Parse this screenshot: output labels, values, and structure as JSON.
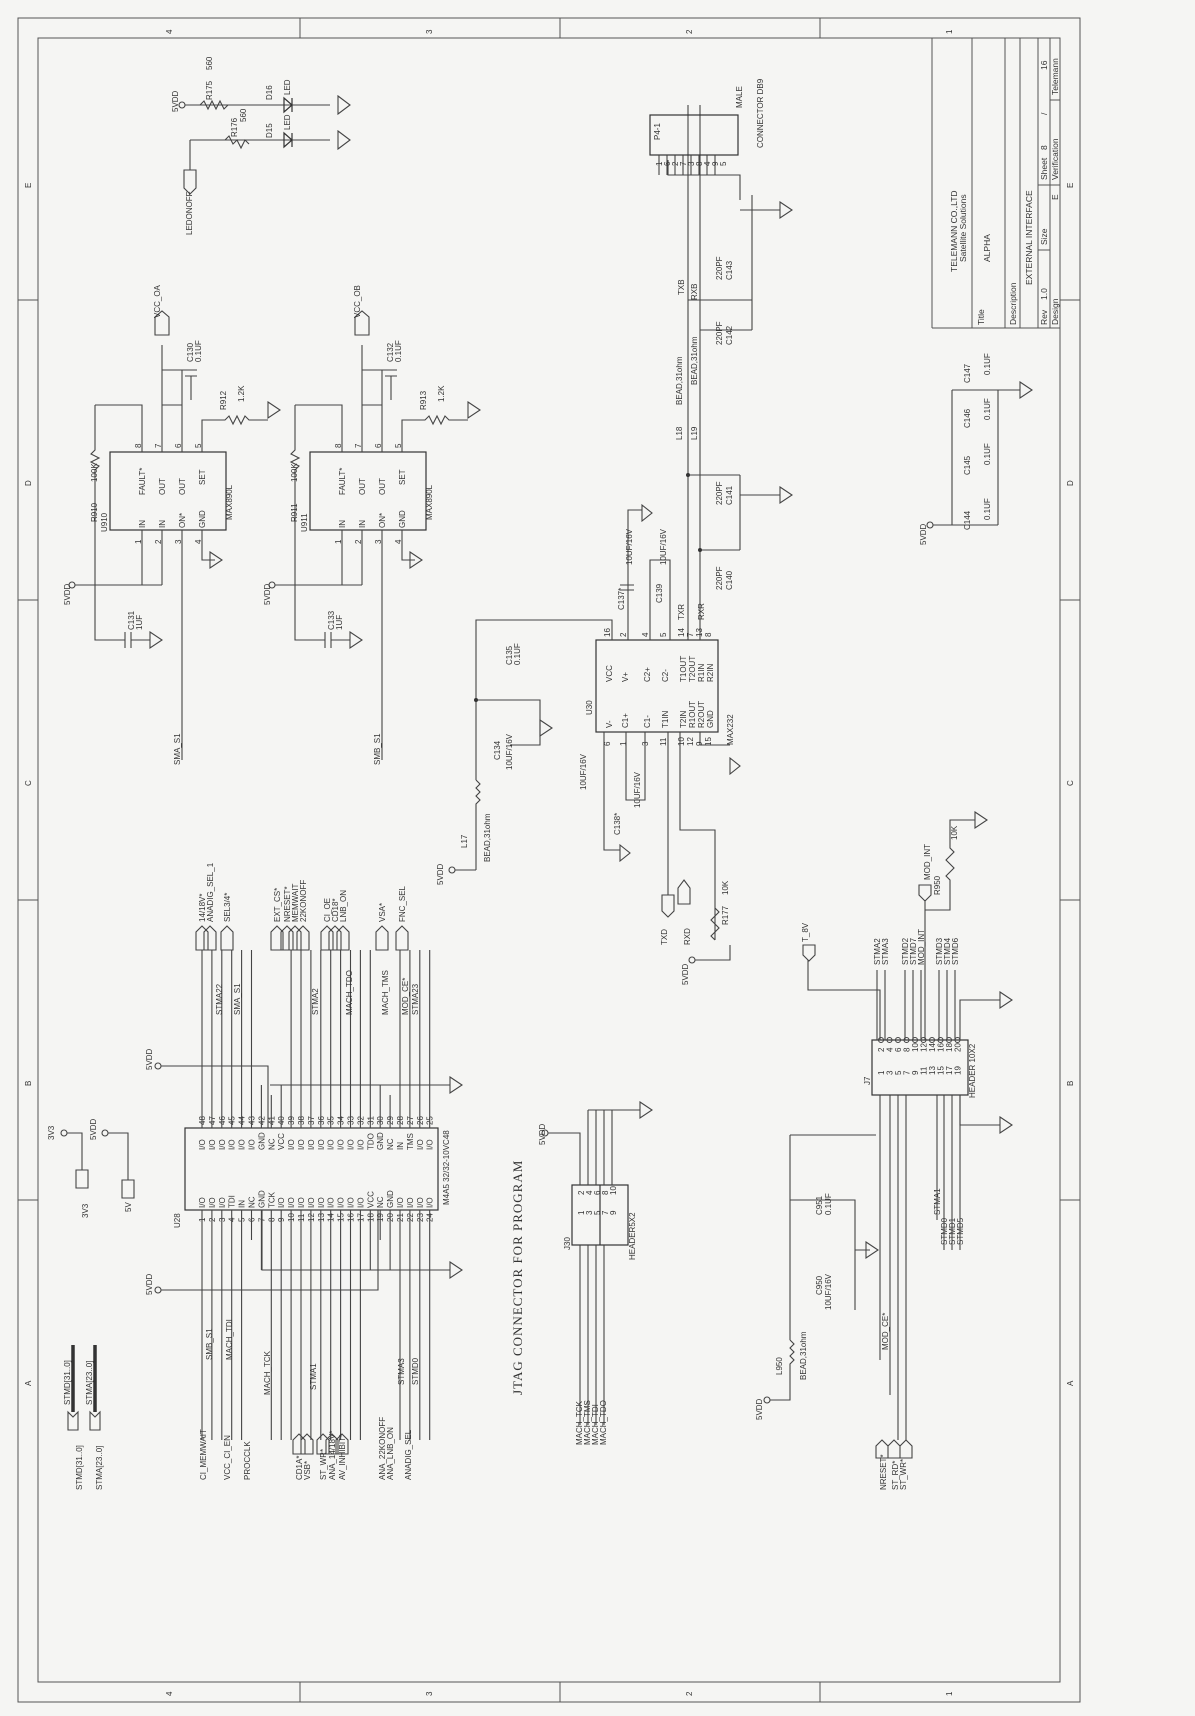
{
  "frame": {
    "cols": [
      "4",
      "3",
      "2",
      "1"
    ],
    "rows": [
      "E",
      "D",
      "C",
      "B",
      "A"
    ]
  },
  "title_block": {
    "company": "TELEMANN CO.,LTD",
    "subtitle": "Satellite Solutions",
    "title_label": "Title",
    "title": "ALPHA",
    "description_label": "Description",
    "description": "EXTERNAL INTERFACE",
    "rev_label": "Rev",
    "rev": "1.0",
    "size_label": "Size",
    "sheet_label": "Sheet",
    "sheet": "8",
    "sheet_sep": "/",
    "sheets": "16",
    "design_label": "Design",
    "verification_label": "Verification",
    "verifier": "Telemann",
    "size": "E"
  },
  "led": {
    "vdd": "5VDD",
    "r175": "R175",
    "r175_val": "560",
    "r176": "R176",
    "r176_val": "560",
    "d16": "D16",
    "d16_type": "LED",
    "d15": "D15",
    "d15_type": "LED",
    "ctrl": "LEDONOFF"
  },
  "u910": {
    "ref": "U910",
    "part": "MAX890L",
    "r": "R910",
    "r_val": "100K",
    "out_net": "VCC_OA",
    "c_out": "C130",
    "c_out_val": "0.1UF",
    "r_set": "R912",
    "r_set_val": "1.2K",
    "c_in": "C131",
    "c_in_val": "1UF",
    "vdd": "5VDD",
    "on_net": "SMA_S1",
    "pins_top": [
      "FAULT*",
      "OUT",
      "OUT",
      "SET"
    ],
    "pins_top_no": [
      "8",
      "7",
      "6",
      "5"
    ],
    "pins_bot": [
      "IN",
      "IN",
      "ON*",
      "GND"
    ],
    "pins_bot_no": [
      "1",
      "2",
      "3",
      "4"
    ]
  },
  "u911": {
    "ref": "U911",
    "part": "MAX890L",
    "r": "R911",
    "r_val": "100K",
    "out_net": "VCC_OB",
    "c_out": "C132",
    "c_out_val": "0.1UF",
    "r_set": "R913",
    "r_set_val": "1.2K",
    "c_in": "C133",
    "c_in_val": "1UF",
    "vdd": "5VDD",
    "on_net": "SMB_S1",
    "pins_top": [
      "FAULT*",
      "OUT",
      "OUT",
      "SET"
    ],
    "pins_top_no": [
      "8",
      "7",
      "6",
      "5"
    ],
    "pins_bot": [
      "IN",
      "IN",
      "ON*",
      "GND"
    ],
    "pins_bot_no": [
      "1",
      "2",
      "3",
      "4"
    ]
  },
  "u30": {
    "ref": "U30",
    "part": "MAX232",
    "pins_top": [
      "VCC",
      "V+",
      "C2+",
      "C2-",
      "T1OUT",
      "T2OUT",
      "R1IN",
      "R2IN"
    ],
    "pins_top_no": [
      "16",
      "2",
      "4",
      "5",
      "14",
      "7",
      "13",
      "8"
    ],
    "pins_bot": [
      "V-",
      "C1+",
      "C1-",
      "T1IN",
      "T2IN",
      "R1OUT",
      "R2OUT",
      "GND"
    ],
    "pins_bot_no": [
      "6",
      "1",
      "3",
      "11",
      "10",
      "12",
      "9",
      "15"
    ],
    "c137": "C137*",
    "c137_val": "10UF/16V",
    "c139": "C139",
    "c139_val": "10UF/16V",
    "txr": "TXR",
    "rxr": "RXR",
    "c138": "C138*",
    "c138_val": "10UF/16V",
    "c136_val": "10UF/16V",
    "c135": "C135",
    "c135_val": "0.1UF",
    "c134": "C134",
    "c134_val": "10UF/16V",
    "l17": "L17",
    "l17_val": "BEAD,31ohm",
    "vdd": "5VDD",
    "txd": "TXD",
    "rxd": "RXD",
    "r177": "R177",
    "r177_val": "10K",
    "vdd2": "5VDD"
  },
  "rs232": {
    "l18": "L18",
    "l18_val": "BEAD,31ohm",
    "l19": "L19",
    "l19_val": "BEAD,31ohm",
    "txb": "TXB",
    "rxb": "RXB",
    "c142": "C142",
    "c142_val": "220PF",
    "c143": "C143",
    "c143_val": "220PF",
    "c140": "C140",
    "c140_val": "220PF",
    "c141": "C141",
    "c141_val": "220PF",
    "conn_ref": "P4-1",
    "conn": "CONNECTOR DB9",
    "conn_type": "MALE",
    "conn_pins": [
      "1",
      "6",
      "2",
      "7",
      "3",
      "8",
      "4",
      "9",
      "5"
    ]
  },
  "decoupling": {
    "vdd": "5VDD",
    "caps": [
      {
        "ref": "C144",
        "val": "0.1UF"
      },
      {
        "ref": "C145",
        "val": "0.1UF"
      },
      {
        "ref": "C146",
        "val": "0.1UF"
      },
      {
        "ref": "C147",
        "val": "0.1UF"
      }
    ]
  },
  "u28": {
    "ref": "U28",
    "part": "M4A5 32/32-10VC48",
    "vdd_top": "5VDD",
    "vdd_bot": "5VDD",
    "pins_top": [
      "I/O",
      "I/O",
      "I/O",
      "I/O",
      "I/O",
      "I/O",
      "GND",
      "NC",
      "VCC",
      "I/O",
      "I/O",
      "I/O",
      "I/O",
      "I/O",
      "I/O",
      "I/O",
      "I/O",
      "TDO",
      "GND",
      "NC",
      "IN",
      "TMS",
      "I/O",
      "I/O"
    ],
    "pins_top_no": [
      "48",
      "47",
      "46",
      "45",
      "44",
      "43",
      "42",
      "41",
      "40",
      "39",
      "38",
      "37",
      "36",
      "35",
      "34",
      "33",
      "32",
      "31",
      "30",
      "29",
      "28",
      "27",
      "26",
      "25"
    ],
    "pins_bot": [
      "I/O",
      "I/O",
      "I/O",
      "TDI",
      "IN",
      "NC",
      "GND",
      "TCK",
      "I/O",
      "I/O",
      "I/O",
      "I/O",
      "I/O",
      "I/O",
      "I/O",
      "I/O",
      "I/O",
      "VCC",
      "NC",
      "GND",
      "I/O",
      "I/O",
      "I/O",
      "I/O"
    ],
    "pins_bot_no": [
      "1",
      "2",
      "3",
      "4",
      "5",
      "6",
      "7",
      "8",
      "9",
      "10",
      "11",
      "12",
      "13",
      "14",
      "15",
      "16",
      "17",
      "18",
      "19",
      "20",
      "21",
      "22",
      "23",
      "24"
    ],
    "top_ports": [
      "14/18V*",
      "ANADIG_SEL_1",
      "SEL3/4*",
      "EXT_CS*",
      "NRESET*",
      "MEMWAIT",
      "22KONOFF",
      "CI_OE",
      "CD18*",
      "LNB_ON",
      "VSA*",
      "FNC_SEL"
    ],
    "top_nets": [
      "STMA22",
      "SMA_S1",
      "STMA2",
      "MACH_TDO",
      "MACH_TMS",
      "MOD_CE*",
      "STMA23"
    ],
    "bot_nets": [
      "SMB_S1",
      "MACH_TDI",
      "MACH_TCK",
      "STMA1",
      "STMA3",
      "STMD0"
    ],
    "bot_ports": [
      "CI_MEMWAIT",
      "VCC_CI_EN",
      "PROCCLK",
      "CD1A*",
      "VSB*",
      "ST_WR*",
      "ANA_14/18V*",
      "AV_INHIBIT*",
      "ANA_22KONOFF",
      "ANA_LNB_ON",
      "ANADIG_SEL"
    ]
  },
  "power": {
    "v3": "3V3",
    "v5": "5VDD",
    "p3": "3V3",
    "p5": "5V"
  },
  "buses": {
    "stmd": "STMD[31..0]",
    "stma": "STMA[23..0]",
    "stmd2": "STMD[31..0]",
    "stma2": "STMA[23..0]"
  },
  "jtag": {
    "title": "JTAG CONNECTOR FOR PROGRAM",
    "ref": "J30",
    "part": "HEADER5X2",
    "vdd": "5VDD",
    "nets": [
      "MACH_TCK",
      "MACH_TMS",
      "MACH_TDI",
      "MACH_TDO"
    ],
    "pins_a": [
      "1",
      "3",
      "5",
      "7",
      "9"
    ],
    "pins_b": [
      "2",
      "4",
      "6",
      "8",
      "10"
    ]
  },
  "j7": {
    "ref": "J7",
    "part": "HEADER 10X2",
    "t8v": "T_8V",
    "mod_int": "MOD_INT",
    "r950": "R950",
    "r950_val": "10K",
    "top_nets": [
      "STMA2",
      "STMA3",
      "STMD2",
      "STMD7",
      "MOD_INT",
      "STMD3",
      "STMD4",
      "STMD6"
    ],
    "bot_nets": [
      "STMA1",
      "STMD0",
      "STMD1",
      "STMD5"
    ],
    "pins_even": [
      "2",
      "4",
      "6",
      "8",
      "10",
      "12",
      "14",
      "16",
      "18",
      "20"
    ],
    "pins_odd": [
      "1",
      "3",
      "5",
      "7",
      "9",
      "11",
      "13",
      "15",
      "17",
      "19"
    ],
    "c951": "C951",
    "c951_val": "0.1UF",
    "c950": "C950",
    "c950_val": "10UF/16V",
    "l950": "L950",
    "l950_val": "BEAD,31ohm",
    "vdd": "5VDD",
    "mod_ce": "MOD_CE*",
    "ports": [
      "NRESET*",
      "ST_RD*",
      "ST_WR*"
    ]
  }
}
